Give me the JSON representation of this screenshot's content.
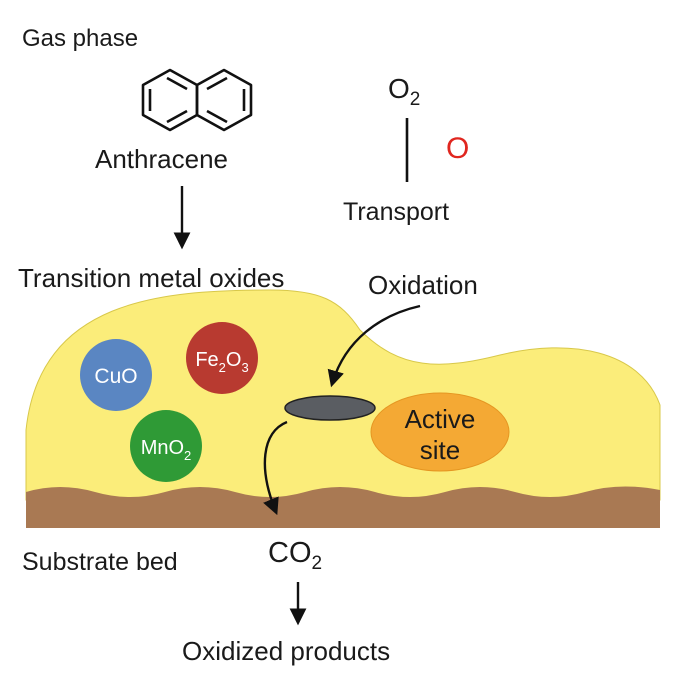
{
  "labels": {
    "gas_phase": "Gas phase",
    "anthracene": "Anthracene",
    "o2_main": "O",
    "o2_sub": "2",
    "o_atom": "O",
    "transport": "Transport",
    "transition_metal_oxides": "Transition metal oxides",
    "oxidation": "Oxidation",
    "substrate_bed": "Substrate bed",
    "co2_main": "CO",
    "co2_sub": "2",
    "oxidized_products": "Oxidized products"
  },
  "particles": {
    "cuo": {
      "label": "CuO"
    },
    "fe2o3": {
      "p1": "Fe",
      "s1": "2",
      "p2": "O",
      "s2": "3"
    },
    "mno2": {
      "p1": "MnO",
      "s1": "2"
    }
  },
  "active_site": {
    "line1": "Active",
    "line2": "site"
  },
  "colors": {
    "catalyst_layer": "#fbed7a",
    "substrate": "#a97953",
    "cuo": "#5a86c2",
    "fe2o3": "#b83a30",
    "mno2": "#2f9a36",
    "active_site": "#f4a934",
    "adsorbed_species": "#5a5d62",
    "o_atom": "#e0261f"
  }
}
